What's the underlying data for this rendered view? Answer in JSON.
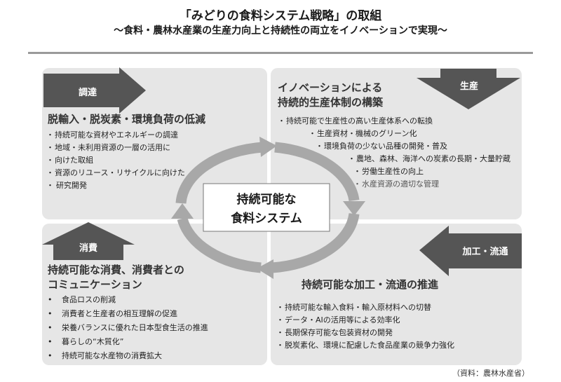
{
  "header": {
    "title": "「みどりの食料システム戦略」の取組",
    "subtitle": "～食料・農林水産業の生産力向上と持続性の両立をイノベーションで実現～"
  },
  "center": {
    "line1": "持続可能な",
    "line2": "食料システム"
  },
  "procurement": {
    "tag": "調達",
    "heading": "脱輸入・脱炭素・環境負荷の低減",
    "items": [
      "持続可能な資材やエネルギーの調達",
      "地域・未利用資源の一層の活用に",
      "向けた取組",
      "資源のリユース・リサイクルに向けた",
      "研究開発"
    ]
  },
  "production": {
    "tag": "生産",
    "heading_line1": "イノベーションによる",
    "heading_line2": "持続的生産体制の構築",
    "items": [
      "持続可能で生産性の高い生産体系への転換",
      "生産資材・機械のグリーン化",
      "環境負荷の少ない品種の開発・普及",
      "農地、森林、海洋への炭素の長期・大量貯蔵",
      "労働生産性の向上",
      "水産資源の適切な管理"
    ]
  },
  "consumption": {
    "tag": "消費",
    "heading_line1": "持続可能な消費、消費者との",
    "heading_line2": "コミュニケーション",
    "items": [
      "食品ロスの削減",
      "消費者と生産者の相互理解の促進",
      "栄養バランスに優れた日本型食生活の推進",
      "暮らしの“木質化”",
      "持続可能な水産物の消費拡大"
    ]
  },
  "processing": {
    "tag": "加工・流通",
    "heading": "持続可能な加工・流通の推進",
    "items": [
      "持続可能な輸入食料・輸入原材料への切替",
      "データ・AIの活用等による効率化",
      "長期保存可能な包装資材の開発",
      "脱炭素化、環境に配慮した食品産業の競争力強化"
    ]
  },
  "footnote": "（資料：農林水産省）",
  "colors": {
    "panel": "#e6e6e6",
    "arrow_dark": "#555555",
    "cycle": "#a8a8a8",
    "rule": "#9a9a9a"
  }
}
